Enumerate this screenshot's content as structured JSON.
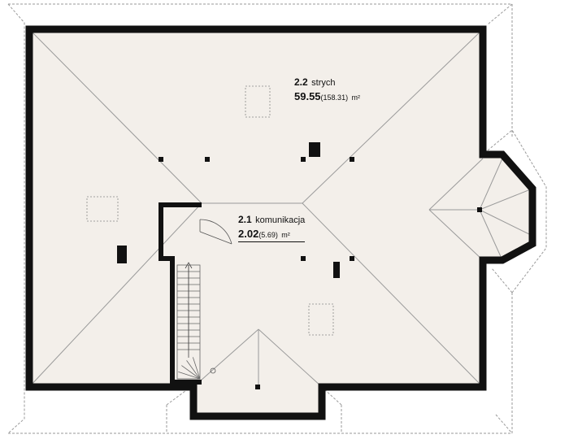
{
  "plan": {
    "colors": {
      "wall": "#111111",
      "floor": "#f3efea",
      "dashed": "#999999",
      "roofline": "#9a9a9a",
      "background": "#ffffff"
    },
    "rooms": [
      {
        "id": "strych",
        "number": "2.2",
        "name": "strych",
        "area": "59.55",
        "area_total": "(158.31)",
        "unit": "m²"
      },
      {
        "id": "komunikacja",
        "number": "2.1",
        "name": "komunikacja",
        "area": "2.02",
        "area_total": "(5.69)",
        "unit": "m²"
      }
    ],
    "icons": [
      "stair-arrow-icon",
      "chimney-icon",
      "skylight-icon",
      "pillar-icon"
    ]
  }
}
